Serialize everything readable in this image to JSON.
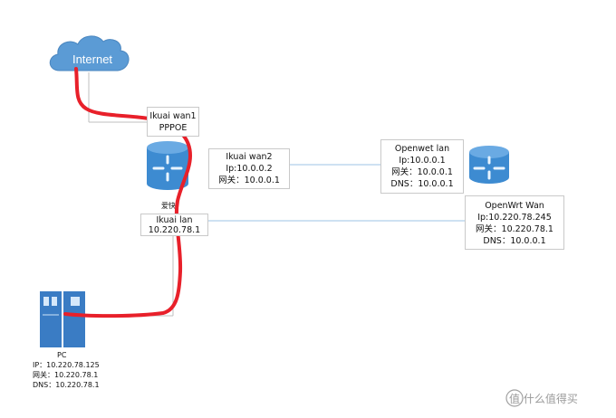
{
  "internet": {
    "label": "Internet"
  },
  "router": {
    "label": "爱快"
  },
  "boxes": {
    "ikuai_wan1": {
      "lines": [
        "Ikuai wan1",
        "PPPOE"
      ]
    },
    "ikuai_wan2": {
      "lines": [
        "Ikuai wan2",
        "Ip:10.0.0.2",
        "网关：10.0.0.1"
      ]
    },
    "ikuai_lan": {
      "lines": [
        "Ikuai lan",
        "10.220.78.1"
      ]
    },
    "openwrt_lan": {
      "lines": [
        "Openwet lan",
        "Ip:10.0.0.1",
        "网关：10.0.0.1",
        "DNS：10.0.0.1"
      ]
    },
    "openwrt_wan": {
      "lines": [
        "OpenWrt Wan",
        "Ip:10.220.78.245",
        "网关：10.220.78.1",
        "DNS：10.0.0.1"
      ]
    }
  },
  "pc": {
    "lines": [
      "PC",
      "IP：10.220.78.125",
      "网关：10.220.78.1",
      "DNS：10.220.78.1"
    ]
  },
  "watermark": {
    "text": "值 什么值得买"
  },
  "colors": {
    "router": "#3d8bd1",
    "cloud": "#5b9bd5",
    "path": "#e8202a",
    "line": "#9dc3e6",
    "pc": "#3a7cc4"
  }
}
